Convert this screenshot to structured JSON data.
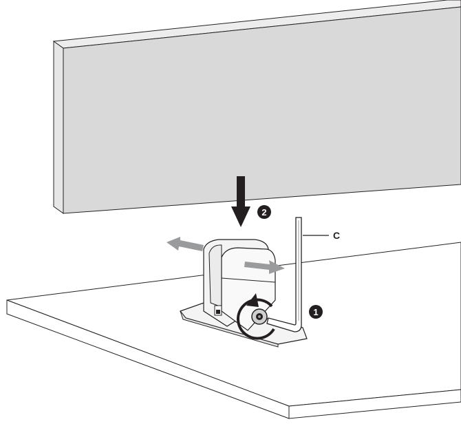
{
  "callouts": {
    "c_label": "C"
  },
  "steps": {
    "step_one": "1",
    "step_two": "2"
  },
  "colors": {
    "panel_front": "#d9d9da",
    "panel_side": "#ededee",
    "outline": "#231f20",
    "table_top": "#ffffff",
    "bracket_body": "#f4f4f4",
    "arrow_dark": "#231f20",
    "arrow_gray": "#9a9b9d"
  },
  "icons": {
    "down_arrow": "down-arrow-icon",
    "slide_arrows": "horizontal-arrow-icon",
    "rotate": "rotate-counterclockwise-icon",
    "wrench": "allen-key-icon"
  }
}
